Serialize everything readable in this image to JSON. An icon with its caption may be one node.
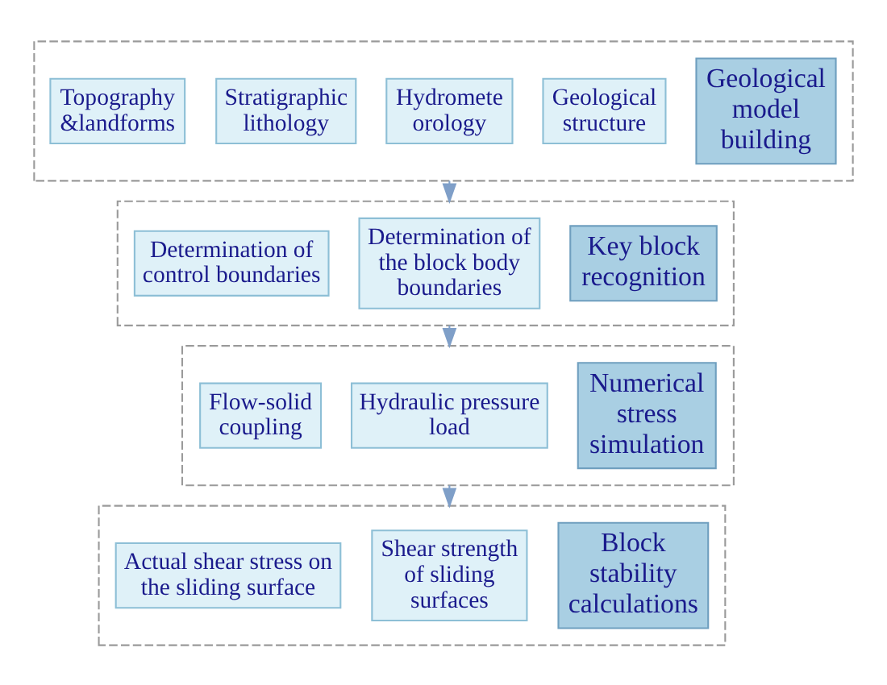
{
  "diagram": {
    "nodes": [
      {
        "text": [],
        "shape": "box"
      },
      {
        "text": [
          "Topography &landforms"
        ],
        "in": 0
      },
      {
        "text": [
          "Stratigraphic lithology"
        ],
        "in": 0
      },
      {
        "text": [
          "Hydromete orology"
        ],
        "in": 0
      },
      {
        "text": [
          "Geological structure"
        ],
        "in": 0
      },
      {
        "text": [
          "Geological model building"
        ],
        "in": 0
      },
      {
        "text": [],
        "shape": "box"
      },
      {
        "text": [
          "Determination of control boundaries"
        ],
        "in": 6
      },
      {
        "text": [
          "Determination of the block body boundaries"
        ],
        "in": 6
      },
      {
        "text": [
          "Key block recognition"
        ],
        "in": 6
      },
      {
        "text": [],
        "shape": "box"
      },
      {
        "text": [
          "Flow-solid coupling"
        ],
        "in": 10
      },
      {
        "text": [
          "Hydraulic pressure load"
        ],
        "in": 10
      },
      {
        "text": [
          "Numerical stress simulation"
        ],
        "in": 10
      },
      {
        "text": [],
        "shape": "box"
      },
      {
        "text": [
          "Actual shear stress on the sliding surface"
        ],
        "in": 14
      },
      {
        "text": [
          "Shear strength of sliding surfaces"
        ],
        "in": 14
      },
      {
        "text": [
          "Block stability calculations"
        ],
        "in": 14
      }
    ],
    "edges": [
      {
        "from": 0,
        "to": 6,
        "arrow": "to"
      },
      {
        "from": 6,
        "to": 10,
        "arrow": "to"
      },
      {
        "from": 10,
        "to": 14,
        "arrow": "to"
      }
    ]
  }
}
